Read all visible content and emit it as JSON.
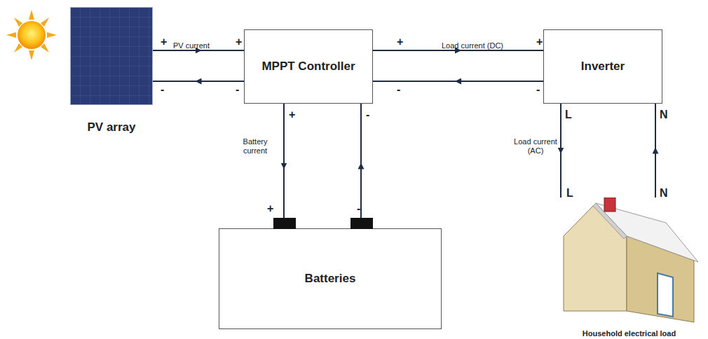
{
  "diagram": {
    "nodes": [
      {
        "text": [
          "PV array"
        ]
      },
      {
        "text": [
          "MPPT Controller"
        ]
      },
      {
        "text": [
          "Inverter"
        ]
      },
      {
        "text": [
          "Batteries"
        ]
      },
      {
        "text": [
          "Household electrical load"
        ]
      }
    ],
    "edges": [
      {
        "from": 0,
        "to": 1,
        "arrow": "to",
        "label": "PV current"
      },
      {
        "from": 1,
        "to": 0,
        "arrow": "to"
      },
      {
        "from": 1,
        "to": 2,
        "arrow": "to",
        "label": "Load current (DC)"
      },
      {
        "from": 2,
        "to": 1,
        "arrow": "to"
      },
      {
        "from": 1,
        "to": 3,
        "arrow": "to",
        "label": "Battery current"
      },
      {
        "from": 3,
        "to": 1,
        "arrow": "to"
      },
      {
        "from": 2,
        "to": 4,
        "arrow": "to",
        "label": "Load current (AC)"
      },
      {
        "from": 4,
        "to": 2,
        "arrow": "to"
      }
    ],
    "labels": [
      "+",
      "-",
      "+",
      "-",
      "+",
      "-",
      "+",
      "-",
      "+",
      "-",
      "L",
      "N",
      "+",
      "-",
      "L",
      "N"
    ]
  }
}
